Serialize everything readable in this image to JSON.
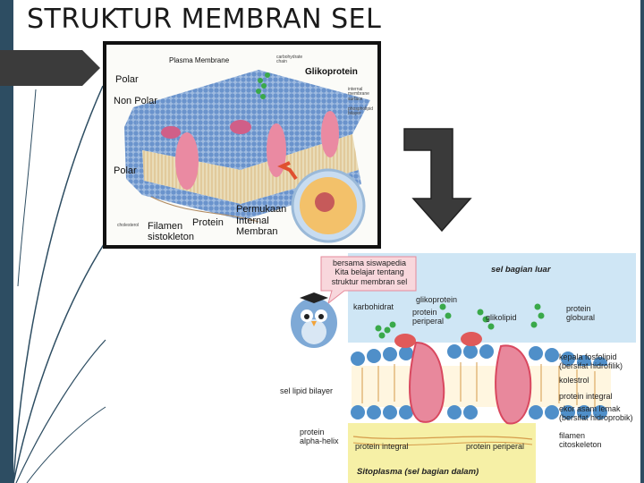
{
  "slide": {
    "title": "STRUKTUR MEMBRAN SEL"
  },
  "figure1": {
    "labels": {
      "plasma_membrane": "Plasma Membrane",
      "carbohydrate_chain": "carbohydrate chain",
      "glikoprotein": "Glikoprotein",
      "polar_top": "Polar",
      "non_polar": "Non Polar",
      "polar_bottom": "Polar",
      "internal_membrane_surface": "internal membrane surface",
      "phospholipid_bilayer": "phospholipid bilayer",
      "cholesterol": "cholesterol",
      "filamen_sistokleton": "Filamen sistokleton",
      "protein": "Protein",
      "permukaan_internal_membran": "Permukaan Internal Membran"
    }
  },
  "figure2": {
    "bubble_text": "bersama siswapedia Kita belajar tentang struktur membran sel",
    "labels": {
      "sel_bagian_luar": "sel bagian luar",
      "glikoprotein": "glikoprotein",
      "karbohidrat": "karbohidrat",
      "protein_periperal_top": "protein periperal",
      "glikolipid": "glikolipid",
      "protein_globural": "protein globural",
      "kepala_fosfolipid": "kepala fosfolipid (bersifat hidrofilik)",
      "kolestrol": "kolestrol",
      "sel_lipid_bilayer": "sel lipid bilayer",
      "protein_integral_right": "protein integral",
      "ekor_asam_lemak": "ekor asam lemak (bersifat hidroprobik)",
      "protein_alpha_helix": "protein alpha-helix",
      "protein_integral_bottom": "protein integral",
      "protein_periperal_bottom": "protein periperal",
      "filamen_citoskeleton": "filamen citoskeleton",
      "sitoplasma": "Sitoplasma (sel bagian dalam)"
    }
  },
  "colors": {
    "sidebar": "#2d4d62",
    "arrow": "#3a3a3a",
    "phospholipid_head": "#4f8fc9",
    "protein_pink": "#e8889c",
    "sitoplasma_yellow": "#f6f0a6",
    "outer_blue": "#cfe6f5"
  }
}
